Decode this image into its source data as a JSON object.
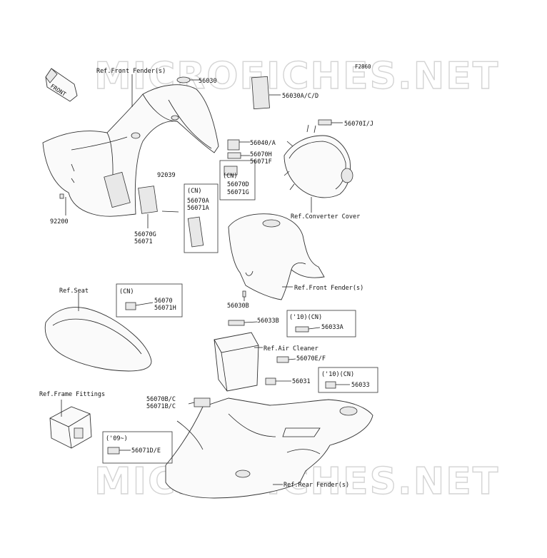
{
  "diagram_code": "F2860",
  "watermark": "MICROFICHES.NET",
  "front_arrow": "FRONT",
  "refs": {
    "front_fender_top": "Ref.Front Fender(s)",
    "converter_cover": "Ref.Converter Cover",
    "front_fender_mid": "Ref.Front Fender(s)",
    "seat": "Ref.Seat",
    "air_cleaner": "Ref.Air Cleaner",
    "frame_fittings": "Ref.Frame Fittings",
    "rear_fender": "Ref.Rear Fender(s)"
  },
  "parts": {
    "p56030": "56030",
    "p56030acd": "56030A/C/D",
    "p56070ij": "56070I/J",
    "p56040a": "56040/A",
    "p56070h": "56070H",
    "p56071f": "56071F",
    "p92039": "92039",
    "p92200": "92200",
    "p56070g": "56070G",
    "p56071": "56071",
    "p56070a": "56070A",
    "p56071a": "56071A",
    "p56070d": "56070D",
    "p56071g": "56071G",
    "p56030b": "56030B",
    "p56070": "56070",
    "p56071h": "56071H",
    "p56033b": "56033B",
    "p56033a": "56033A",
    "p56070ef": "56070E/F",
    "p56031": "56031",
    "p56033": "56033",
    "p56070bc": "56070B/C",
    "p56071bc": "56071B/C",
    "p56071de": "56071D/E"
  },
  "tags": {
    "cn1": "(CN)",
    "cn2": "(CN)",
    "cn3": "(CN)",
    "cn10a": "('10)(CN)",
    "cn10b": "('10)(CN)",
    "y09": "('09~)"
  }
}
